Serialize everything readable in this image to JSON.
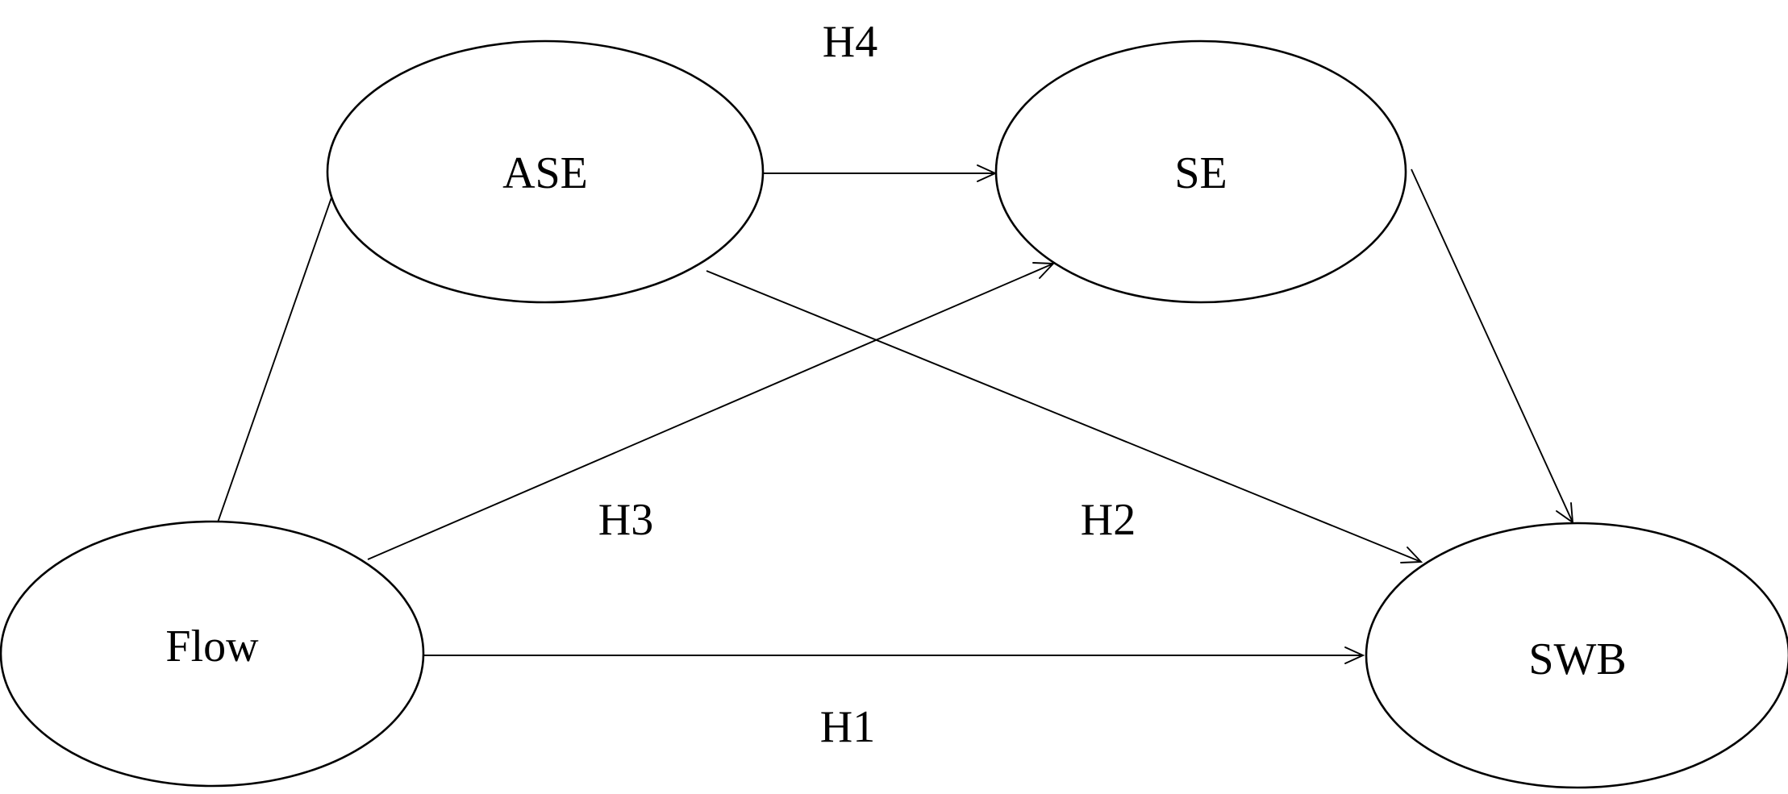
{
  "nodes": [
    {
      "id": "ASE",
      "label": "ASE"
    },
    {
      "id": "SE",
      "label": "SE"
    },
    {
      "id": "Flow",
      "label": "Flow"
    },
    {
      "id": "SWB",
      "label": "SWB"
    }
  ],
  "edges": [
    {
      "id": "flow-to-ase",
      "from": "Flow",
      "to": "ASE",
      "label": ""
    },
    {
      "id": "ase-to-se",
      "from": "ASE",
      "to": "SE",
      "label": "H4"
    },
    {
      "id": "flow-to-se",
      "from": "Flow",
      "to": "SE",
      "label": "H3"
    },
    {
      "id": "ase-to-swb",
      "from": "ASE",
      "to": "SWB",
      "label": "H2"
    },
    {
      "id": "se-to-swb",
      "from": "SE",
      "to": "SWB",
      "label": ""
    },
    {
      "id": "flow-to-swb",
      "from": "Flow",
      "to": "SWB",
      "label": "H1"
    }
  ]
}
